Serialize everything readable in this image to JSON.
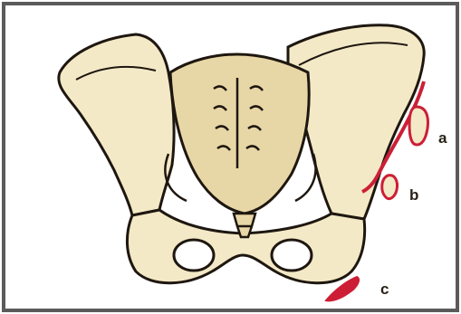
{
  "labels": {
    "a": "a",
    "b": "b",
    "c": "c"
  },
  "colors": {
    "bone": "#f4e9c6",
    "bone_shadow": "#e3d3a4",
    "sacrum": "#e8d7a6",
    "outline": "#1e1710",
    "fragment": "#cc1f36",
    "frame": "#5b5b5b"
  }
}
